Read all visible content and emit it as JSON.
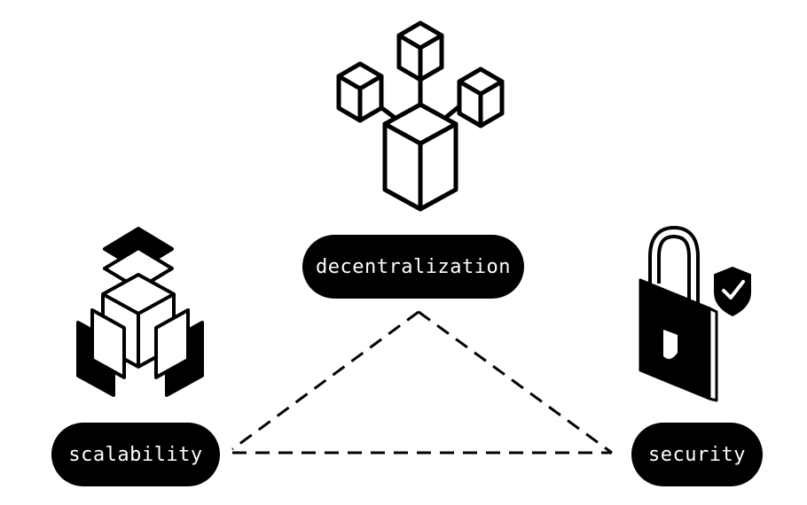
{
  "labels": {
    "decentralization": "decentralization",
    "scalability": "scalability",
    "security": "security"
  },
  "icons": {
    "top": "blockchain-network-icon",
    "left": "layered-cube-scalability-icon",
    "right": "padlock-shield-security-icon"
  },
  "colors": {
    "ink": "#000000",
    "paper": "#ffffff"
  }
}
